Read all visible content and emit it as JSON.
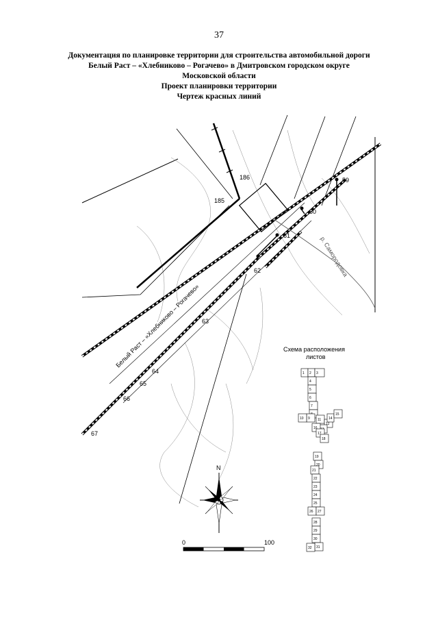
{
  "page_number": "37",
  "title_lines": [
    "Документация по планировке территории для строительства автомобильной дороги",
    "Белый Раст – «Хлебниково – Рогачево» в Дмитровском городском округе",
    "Московской области",
    "Проект планировки территории",
    "Чертеж красных линий"
  ],
  "road_label": "Белый Раст – «Хлебниково – Рогачево»",
  "river_label": "р. Самородовка",
  "points": [
    "59",
    "60",
    "61",
    "62",
    "63",
    "64",
    "65",
    "66",
    "67",
    "185",
    "186"
  ],
  "compass_label": "N",
  "scale": {
    "start": "0",
    "end": "100"
  },
  "sheet_scheme": {
    "title_line1": "Схема расположения",
    "title_line2": "листов",
    "sheets": [
      "1",
      "2",
      "3",
      "4",
      "5",
      "6",
      "7",
      "8",
      "9",
      "10",
      "11",
      "12",
      "13",
      "14",
      "15",
      "16",
      "17",
      "18",
      "19",
      "20",
      "21",
      "22",
      "23",
      "24",
      "25",
      "26",
      "27",
      "28",
      "29",
      "30",
      "31",
      "32"
    ]
  }
}
